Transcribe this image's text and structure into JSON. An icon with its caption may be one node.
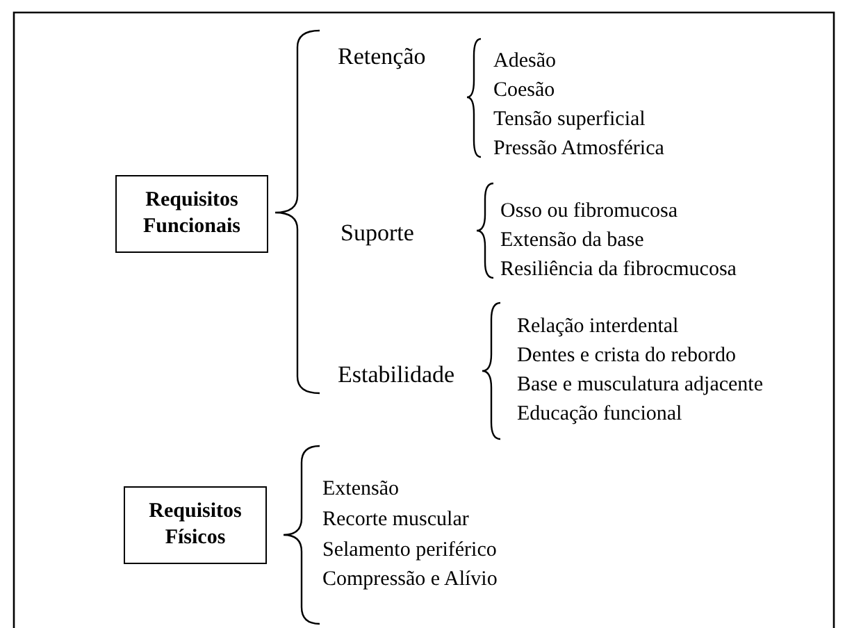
{
  "diagram": {
    "nodes": [
      {
        "text": [
          "Requisitos Funcionais"
        ]
      },
      {
        "text": [
          "Requisitos Físicos"
        ]
      }
    ],
    "labels": [
      "Retenção",
      "Adesão",
      "Coesão",
      "Tensão superficial",
      "Pressão Atmosférica",
      "Suporte",
      "Osso ou fibromucosa",
      "Extensão da base",
      "Resiliência da fibrocmucosa",
      "Estabilidade",
      "Relação interdental",
      "Dentes e crista do rebordo",
      "Base e musculatura adjacente",
      "Educação funcional",
      "Extensão",
      "Recorte muscular",
      "Selamento periférico",
      "Compressão e Alívio"
    ]
  }
}
